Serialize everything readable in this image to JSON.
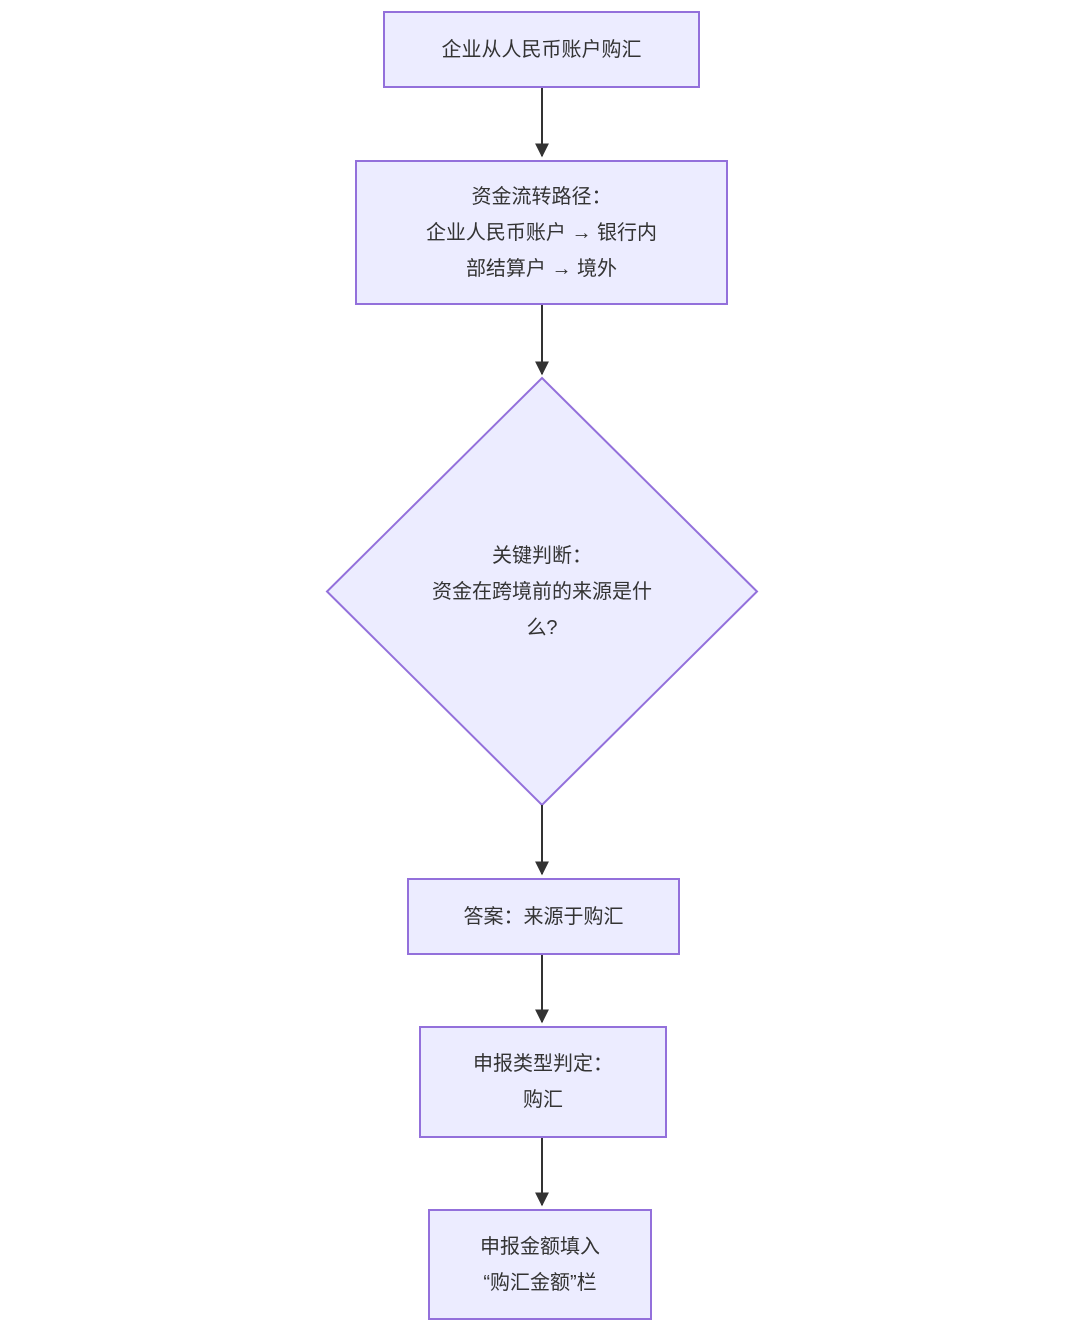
{
  "diagram": {
    "type": "flowchart",
    "direction": "top-down",
    "colors": {
      "background": "#ffffff",
      "node_fill": "#ECECFF",
      "node_border": "#9370DB",
      "text_color": "#333333",
      "edge_color": "#333333"
    },
    "nodes": {
      "start": {
        "shape": "rect",
        "label": "企业从人民币账户购汇"
      },
      "path": {
        "shape": "rect",
        "label": "资金流转路径：\n企业人民币账户 → 银行内\n部结算户 → 境外"
      },
      "decision": {
        "shape": "diamond",
        "label": "关键判断：\n资金在跨境前的来源是什\n么?"
      },
      "answer": {
        "shape": "rect",
        "label": "答案：来源于购汇"
      },
      "declaration_type": {
        "shape": "rect",
        "label": "申报类型判定：\n购汇"
      },
      "amount_field": {
        "shape": "rect",
        "label": "申报金额填入\n“购汇金额”栏"
      }
    },
    "edges": [
      {
        "from": "start",
        "to": "path"
      },
      {
        "from": "path",
        "to": "decision"
      },
      {
        "from": "decision",
        "to": "answer"
      },
      {
        "from": "answer",
        "to": "declaration_type"
      },
      {
        "from": "declaration_type",
        "to": "amount_field"
      }
    ]
  }
}
